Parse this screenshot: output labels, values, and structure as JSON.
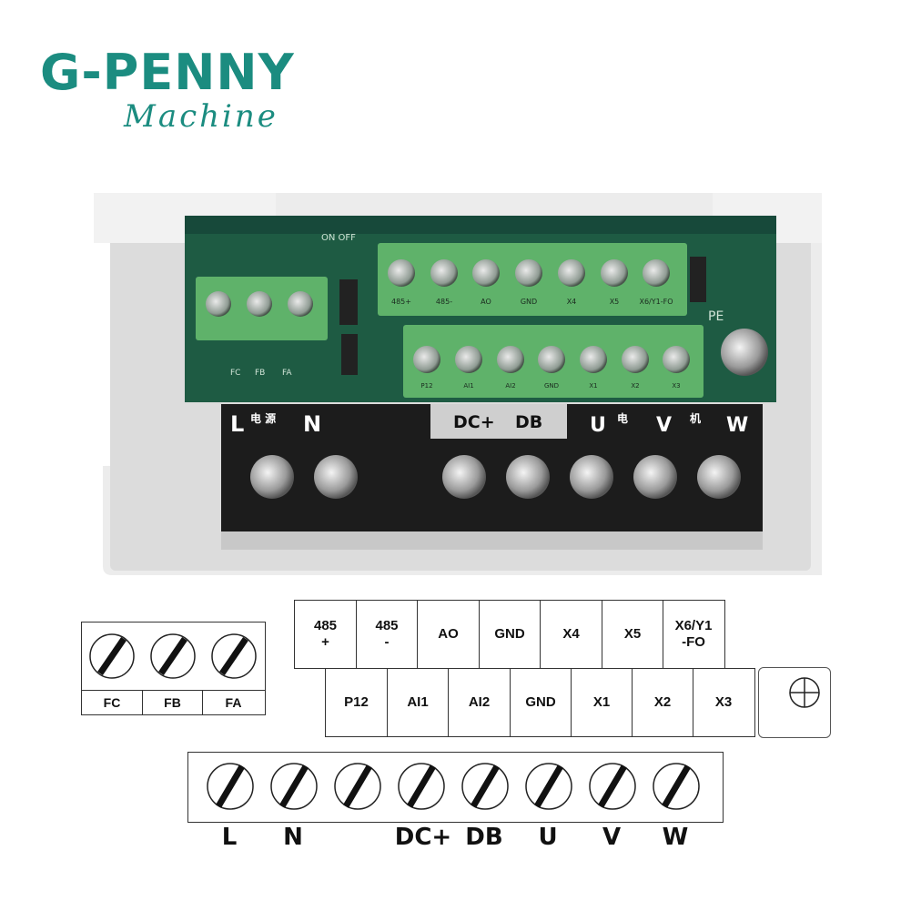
{
  "brand": {
    "name": "G-PENNY",
    "subtitle": "Machine"
  },
  "photo": {
    "control_labels_top": [
      "485+",
      "485-",
      "AO",
      "GND",
      "X4",
      "X5",
      "X6/Y1-FO"
    ],
    "control_labels_bottom": [
      "P12",
      "AI1",
      "AI2",
      "GND",
      "X1",
      "X2",
      "X3"
    ],
    "small_labels": [
      "FC",
      "FB",
      "FA"
    ],
    "jumper_text": "ON OFF",
    "pe_text": "PE",
    "power_strip": {
      "left": {
        "l": "L",
        "cn": "电 源",
        "n": "N"
      },
      "mid": {
        "dc": "DC+",
        "db": "DB"
      },
      "right": {
        "u": "U",
        "cn1": "电",
        "v": "V",
        "cn2": "机",
        "w": "W"
      }
    },
    "colors": {
      "pcb": "#1e5b43",
      "terminal_green": "#5fb26a",
      "housing": "#ececec",
      "strip_black": "#1c1c1c"
    }
  },
  "diagram": {
    "relay_block": {
      "labels": [
        "FC",
        "FB",
        "FA"
      ]
    },
    "control_top": {
      "labels": [
        [
          "485",
          "+"
        ],
        [
          "485",
          "-"
        ],
        [
          "AO"
        ],
        [
          "GND"
        ],
        [
          "X4"
        ],
        [
          "X5"
        ],
        [
          "X6/Y1",
          "-FO"
        ]
      ]
    },
    "control_bottom": {
      "labels": [
        "P12",
        "AI1",
        "AI2",
        "GND",
        "X1",
        "X2",
        "X3"
      ]
    },
    "pe_symbol": "plus-circle",
    "power_block": {
      "labels": [
        "L",
        "N",
        "",
        "DC+",
        "DB",
        "U",
        "V",
        "W"
      ]
    }
  }
}
